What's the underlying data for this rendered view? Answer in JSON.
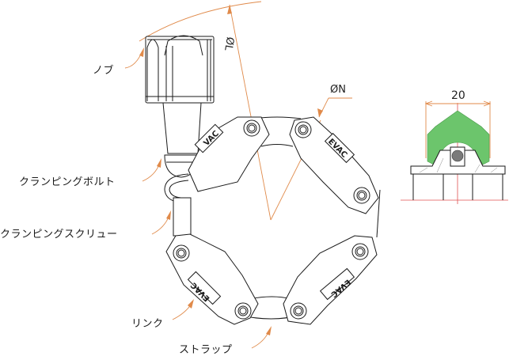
{
  "labels": {
    "knob": "ノブ",
    "clamping_bolt": "クランピングボルト",
    "clamping_screw": "クランピングスクリュー",
    "link": "リンク",
    "strap": "ストラップ"
  },
  "dimensions": {
    "outer_diameter": "ØL",
    "inner_diameter": "ØN",
    "profile_width": "20"
  },
  "link_marking": "EVAC",
  "colors": {
    "leader": "#e08a4a",
    "centerline": "#e05050",
    "seal_fill": "#6cc56c",
    "oring": "#7a7a7a",
    "outline": "#1a1a1a"
  }
}
